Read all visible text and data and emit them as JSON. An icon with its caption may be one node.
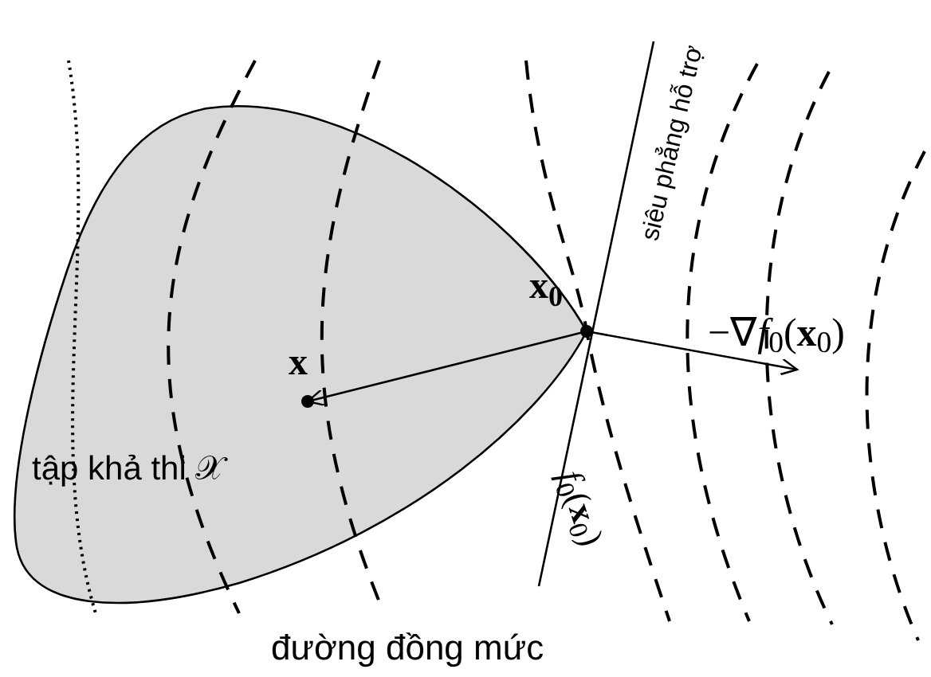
{
  "diagram": {
    "nodes": [
      {
        "text": [
          "tập khả thi 𝒳"
        ]
      },
      {
        "text": [
          "**x**$_{0}$"
        ],
        "in": 0
      },
      {
        "text": [
          "**x**"
        ],
        "in": 0
      },
      {
        "text": [
          "−∇*f*$_{0}$(**x**$_{0}$)"
        ]
      }
    ],
    "edges": [
      {
        "from": 1,
        "to": 2,
        "arrow": "to"
      },
      {
        "from": 1,
        "to": 3,
        "arrow": "to"
      }
    ],
    "labels": [
      "siêu phẳng hỗ trợ",
      "*f*$_{0}$(**x**$_{0}$)",
      "đường đồng mức"
    ]
  }
}
